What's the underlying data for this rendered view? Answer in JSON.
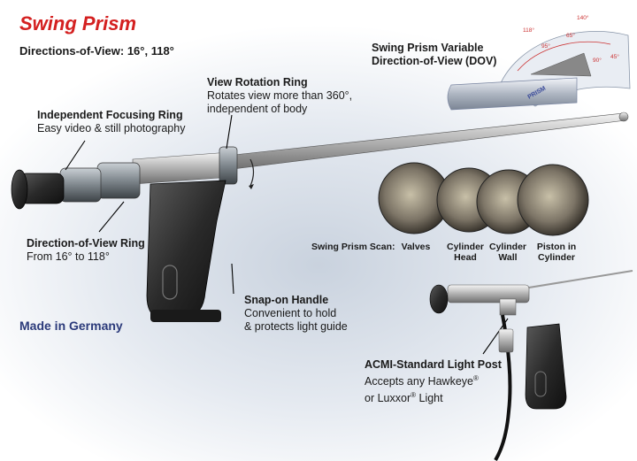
{
  "header": {
    "title": "Swing Prism",
    "subtitle": "Directions-of-View: 16°, 118°"
  },
  "callouts": {
    "focusing": {
      "title": "Independent Focusing Ring",
      "desc": "Easy video & still photography"
    },
    "rotation": {
      "title": "View Rotation Ring",
      "desc1": "Rotates view more than 360°,",
      "desc2": "independent of body"
    },
    "dov_ring": {
      "title": "Direction-of-View Ring",
      "desc": "From 16° to 118°"
    },
    "handle": {
      "title": "Snap-on Handle",
      "desc1": "Convenient to hold",
      "desc2": "& protects light guide"
    },
    "dov_variable": {
      "title1": "Swing Prism Variable",
      "title2": "Direction-of-View (DOV)"
    },
    "light_post": {
      "title": "ACMI-Standard Light Post",
      "desc1": "Accepts any Hawkeye",
      "desc2": "or Luxxor",
      "desc3": "Light",
      "reg": "®"
    }
  },
  "made_in": "Made in Germany",
  "scan": {
    "label": "Swing Prism Scan:",
    "items": [
      {
        "line1": "Valves",
        "line2": ""
      },
      {
        "line1": "Cylinder",
        "line2": "Head"
      },
      {
        "line1": "Cylinder",
        "line2": "Wall"
      },
      {
        "line1": "Piston in",
        "line2": "Cylinder"
      }
    ]
  },
  "dov_angles": [
    "140°",
    "65°",
    "118°",
    "95°",
    "90°",
    "45°"
  ],
  "tube_label": "PRISM",
  "colors": {
    "title": "#d42020",
    "made_in": "#2b3a7a"
  }
}
